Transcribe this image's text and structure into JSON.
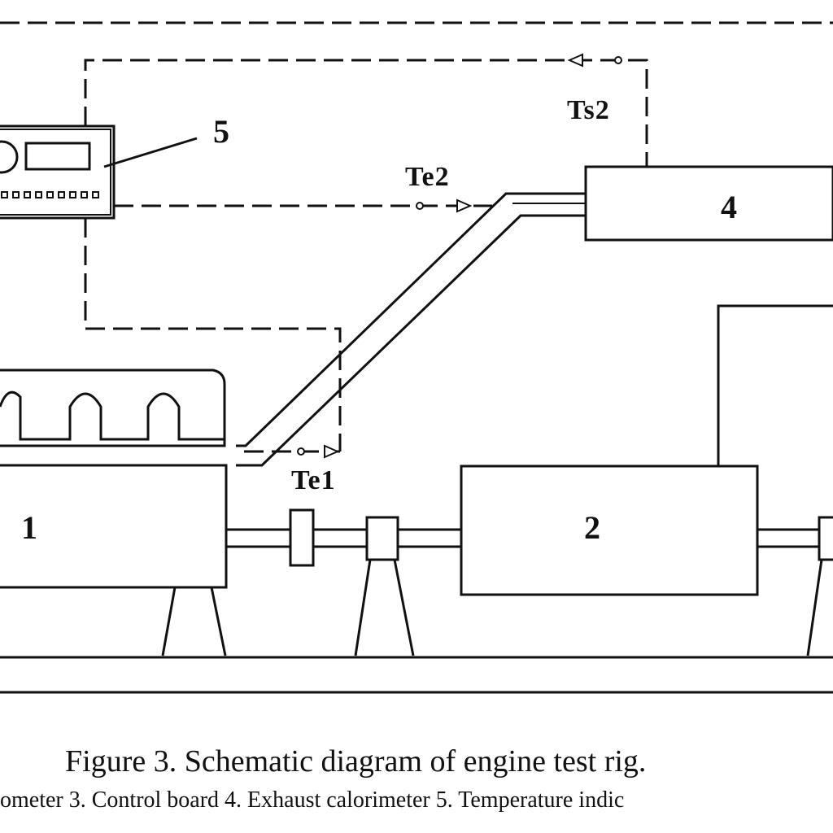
{
  "diagram": {
    "labels": {
      "engine": "1",
      "dynamometer": "2",
      "exhaust_calorimeter": "4",
      "temperature_indicator": "5"
    },
    "sensors": {
      "ts2": "Ts2",
      "te2": "Te2",
      "te1": "Te1"
    }
  },
  "caption": {
    "title": "Figure 3. Schematic diagram of engine test rig.",
    "legend": "ometer 3. Control board 4. Exhaust calorimeter 5. Temperature indic"
  }
}
